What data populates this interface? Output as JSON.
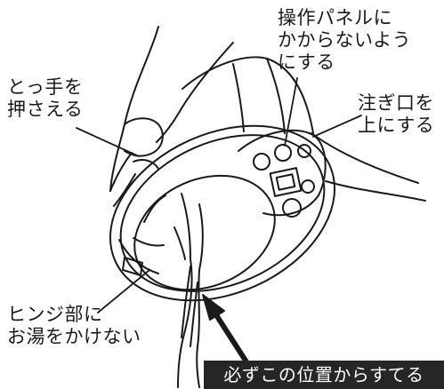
{
  "labels": {
    "panel": [
      "操作パネルに",
      "かからないよう",
      "にする"
    ],
    "handle": [
      "とっ手を",
      "押さえる"
    ],
    "spout": [
      "注ぎ口を",
      "上にする"
    ],
    "hinge": [
      "ヒンジ部に",
      "お湯をかけない"
    ],
    "dump_position": "必ずこの位置からすてる"
  },
  "colors": {
    "ink": "#1a1a1a",
    "callout_bg": "#262626",
    "callout_text": "#ffffff"
  },
  "icons": [
    "hand-icon",
    "arrow-icon",
    "water-stream-icon"
  ]
}
